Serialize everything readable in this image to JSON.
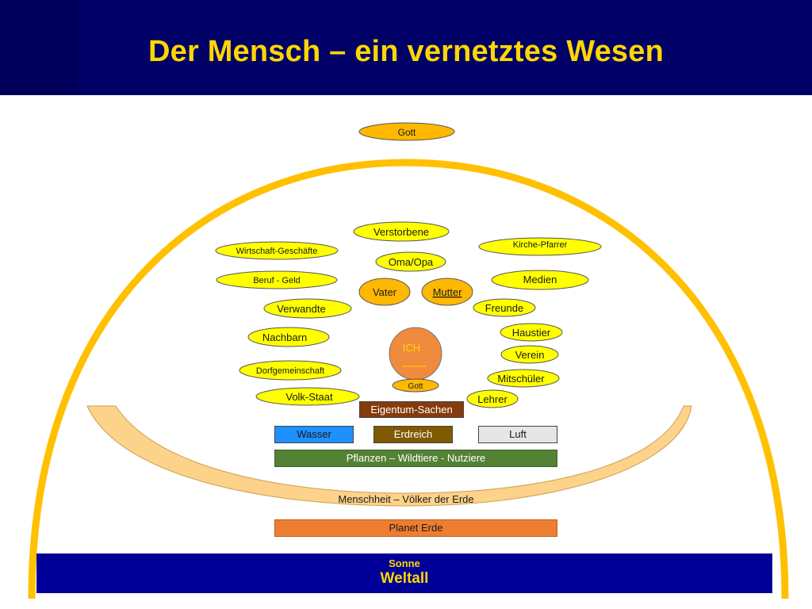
{
  "slide": {
    "title": "Der Mensch – ein vernetztes Wesen"
  },
  "diagram": {
    "gott_top": "Gott",
    "ich": "ICH",
    "gott_inner": "Gott",
    "family": {
      "verstorbene": "Verstorbene",
      "oma_opa": "Oma/Opa",
      "vater": "Vater",
      "mutter": "Mutter"
    },
    "left": [
      "Wirtschaft-Geschäfte",
      "Beruf - Geld",
      "Verwandte",
      "Nachbarn",
      "Dorfgemeinschaft",
      "Volk-Staat"
    ],
    "right": [
      "Kirche-Pfarrer",
      "Medien",
      "Freunde",
      "Haustier",
      "Verein",
      "Mitschüler",
      "Lehrer"
    ],
    "eigentum": "Eigentum-Sachen",
    "elements": {
      "wasser": "Wasser",
      "erdreich": "Erdreich",
      "luft": "Luft"
    },
    "pflanzen": "Pflanzen – Wildtiere - Nutziere",
    "menschheit": "Menschheit – Völker der Erde",
    "planet": "Planet Erde",
    "sonne": "Sonne",
    "weltall": "Weltall"
  },
  "colors": {
    "header_bg": "#000066",
    "title": "#ffd700",
    "dome": "#ffc000",
    "oval": "#ffff00",
    "family_oval": "#ffb800",
    "ich_circle": "#f08a3c",
    "bowl": "#fdd28a",
    "eigentum": "#843c0c",
    "wasser": "#1e90ff",
    "erdreich": "#7f5a00",
    "luft": "#e6e6e6",
    "pflanzen": "#548235",
    "planet": "#ed7d31",
    "weltall": "#000099"
  }
}
